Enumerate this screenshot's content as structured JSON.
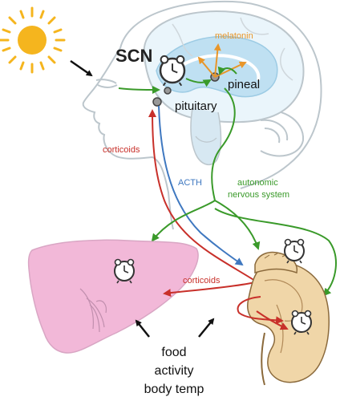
{
  "labels": {
    "scn": "SCN",
    "melatonin": "melatonin",
    "pineal": "pineal",
    "pituitary": "pituitary",
    "corticoids_up": "corticoids",
    "acth": "ACTH",
    "autonomic_1": "autonomic",
    "autonomic_2": "nervous system",
    "corticoids_down": "corticoids",
    "food": "food",
    "activity": "activity",
    "body_temp": "body temp"
  },
  "colors": {
    "melatonin": "#e8962a",
    "corticoids": "#c8302a",
    "acth": "#3f78c0",
    "autonomic": "#3a9a2a",
    "sun": "#f5b51e",
    "liver": "#f2b8d8",
    "kidney": "#f0d6a8",
    "brain": "#bfe0f2",
    "outline": "#bcc6cc"
  },
  "icons": [
    "sun-icon",
    "clock-icon"
  ]
}
